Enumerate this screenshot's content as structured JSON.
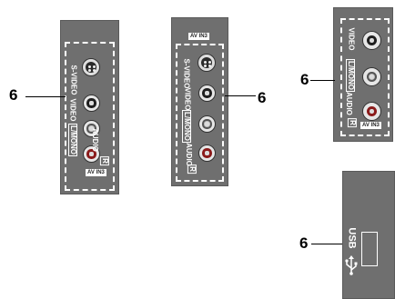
{
  "callout_number": "6",
  "panel_1": {
    "labels": {
      "svideo": "S-VIDEO",
      "video": "VIDEO",
      "l_mono": "L/MONO",
      "audio": "AUDIO",
      "r": "R"
    },
    "tag": "AV IN3"
  },
  "panel_2": {
    "header_tag": "AV IN3",
    "labels": {
      "svideo": "S-VIDEO",
      "video": "VIDEO",
      "l_mono": "L/MONO",
      "audio": "AUDIO",
      "r": "R"
    }
  },
  "panel_3": {
    "labels": {
      "video": "VIDEO",
      "l_mono": "L/MONO",
      "audio": "AUDIO",
      "r": "R"
    },
    "tag": "AV IN3"
  },
  "panel_4": {
    "usb_label": "USB",
    "usb_icon": "usb-trident-icon"
  },
  "colors": {
    "panel": "#6f6f6f",
    "border": "#ffffff",
    "audio_r": "#8a1a1a"
  }
}
